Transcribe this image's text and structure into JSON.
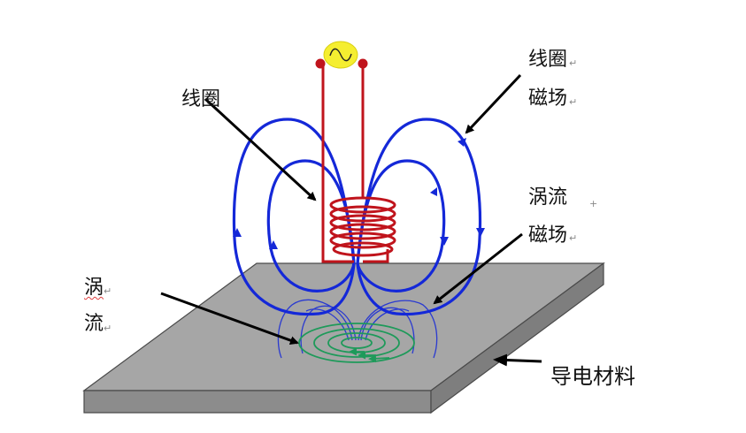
{
  "labels": {
    "coil": "线圈",
    "coil_field_line1": "线圈",
    "coil_field_line2": "磁场",
    "eddy_field_line1": "涡流",
    "eddy_field_line2": "磁场",
    "eddy_line1": "涡",
    "eddy_line2": "流",
    "conductor": "导电材料"
  },
  "marks": {
    "return_mark": "↵",
    "space_mark": "+"
  },
  "colors": {
    "coil": "#c0141c",
    "coil_field": "#1428d8",
    "eddy_field": "#2a3ad0",
    "eddy_current": "#1e9a5a",
    "plate_top": "#a6a6a6",
    "plate_side": "#8c8c8c",
    "plate_edge": "#4a4a4a",
    "ac_source": "#f5ee30",
    "arrow": "#000000"
  }
}
